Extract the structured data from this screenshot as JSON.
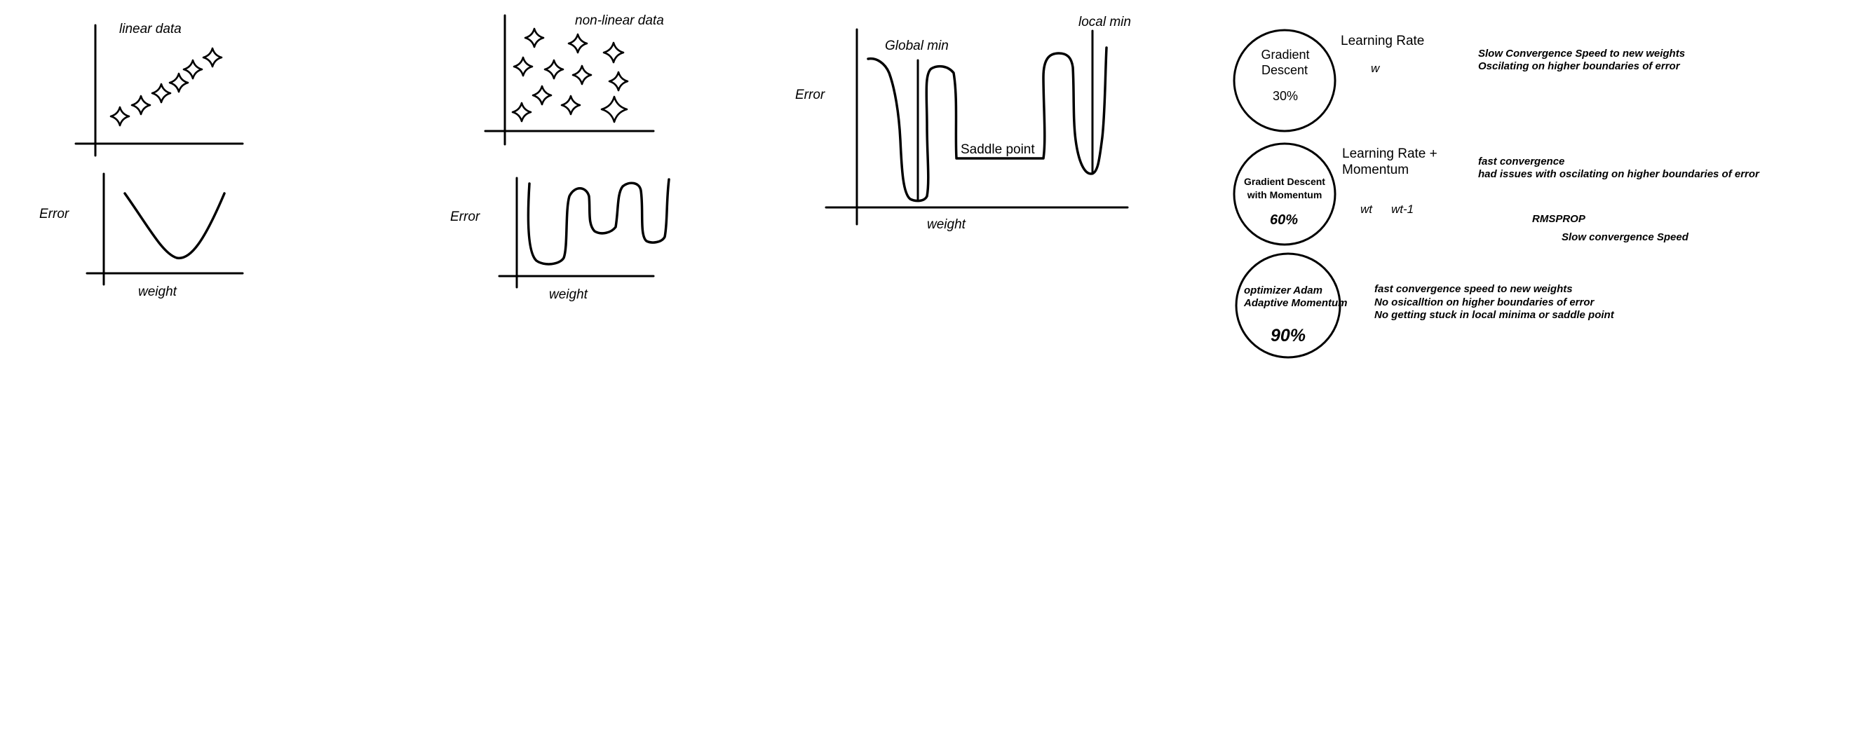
{
  "sketch1": {
    "top_label": "linear data",
    "y_label": "Error",
    "x_label": "weight"
  },
  "sketch2": {
    "top_label": "non-linear data",
    "y_label": "Error",
    "x_label": "weight"
  },
  "sketch3": {
    "y_label": "Error",
    "x_label": "weight",
    "global_min": "Global min",
    "local_min": "local min",
    "saddle_point": "Saddle point"
  },
  "optimizers": {
    "gradient_descent": {
      "name_line1": "Gradient",
      "name_line2": "Descent",
      "percent": "30%",
      "side_label": "Learning Rate",
      "symbol": "w",
      "note_line1": "Slow Convergence Speed to new weights",
      "note_line2": "Oscilating on higher boundaries of error"
    },
    "momentum": {
      "name_line1": "Gradient Descent",
      "name_line2": "with Momentum",
      "percent": "60%",
      "side_label_line1": "Learning Rate +",
      "side_label_line2": "Momentum",
      "symbol1": "wt",
      "symbol2": "wt-1",
      "note_line1": "fast convergence",
      "note_line2": "had issues with oscilating on higher boundaries of error",
      "rmsprop": "RMSPROP",
      "rmsprop_note": "Slow convergence Speed"
    },
    "adam": {
      "name_line1": "optimizer Adam",
      "name_line2": "Adaptive Momentum",
      "percent": "90%",
      "note_line1": "fast convergence speed to new weights",
      "note_line2": "No osicalltion on higher boundaries of error",
      "note_line3": "No getting stuck in local minima or saddle point"
    }
  }
}
